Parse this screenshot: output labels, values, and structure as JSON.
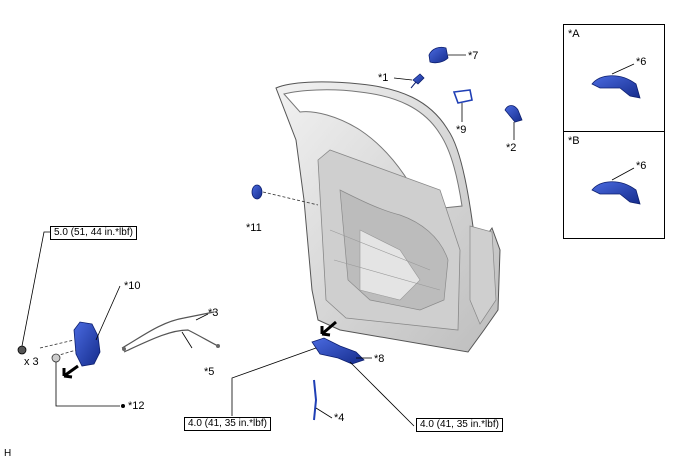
{
  "parts": {
    "p1": "*1",
    "p2": "*2",
    "p3": "*3",
    "p4": "*4",
    "p5": "*5",
    "p6a": "*6",
    "p6b": "*6",
    "p7": "*7",
    "p8": "*8",
    "p9": "*9",
    "p10": "*10",
    "p11": "*11",
    "p12": "*12"
  },
  "variants": {
    "a": "*A",
    "b": "*B"
  },
  "torques": {
    "t1": "5.0 (51, 44 in.*lbf)",
    "t2": "4.0 (41, 35 in.*lbf)",
    "t3": "4.0 (41, 35 in.*lbf)"
  },
  "quantity": "x 3",
  "corner_mark": "H",
  "colors": {
    "part": "#1f3fb5",
    "door": "#d9d9d9",
    "line": "#000000"
  }
}
